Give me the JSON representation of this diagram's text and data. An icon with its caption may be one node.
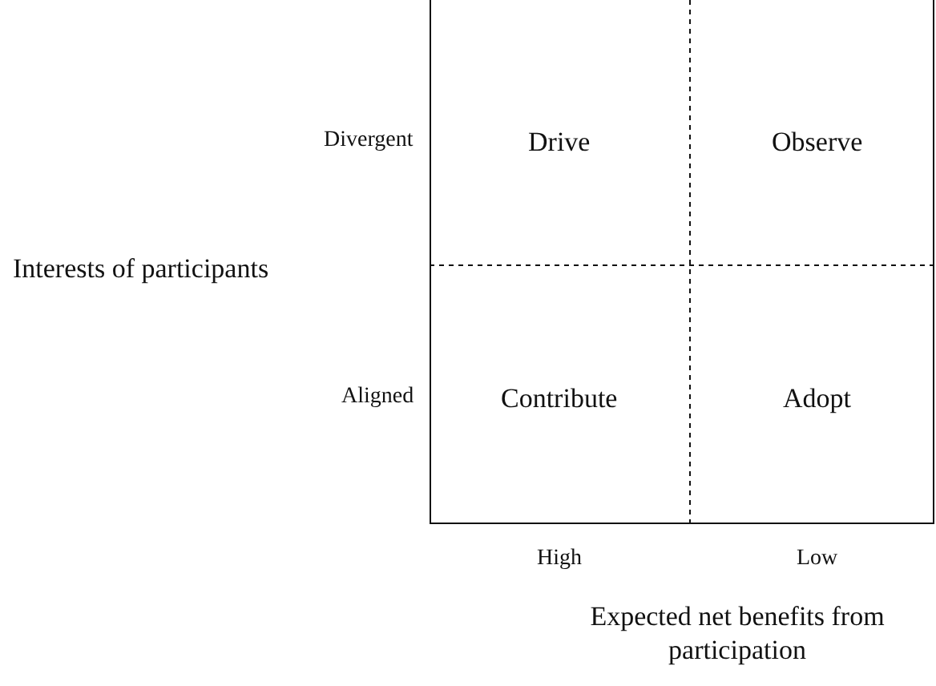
{
  "diagram": {
    "labels": [
      "Divergent",
      "Drive",
      "Observe",
      "Interests of participants",
      "Aligned",
      "Contribute",
      "Adopt",
      "High",
      "Low",
      "Expected net benefits from participation"
    ]
  }
}
